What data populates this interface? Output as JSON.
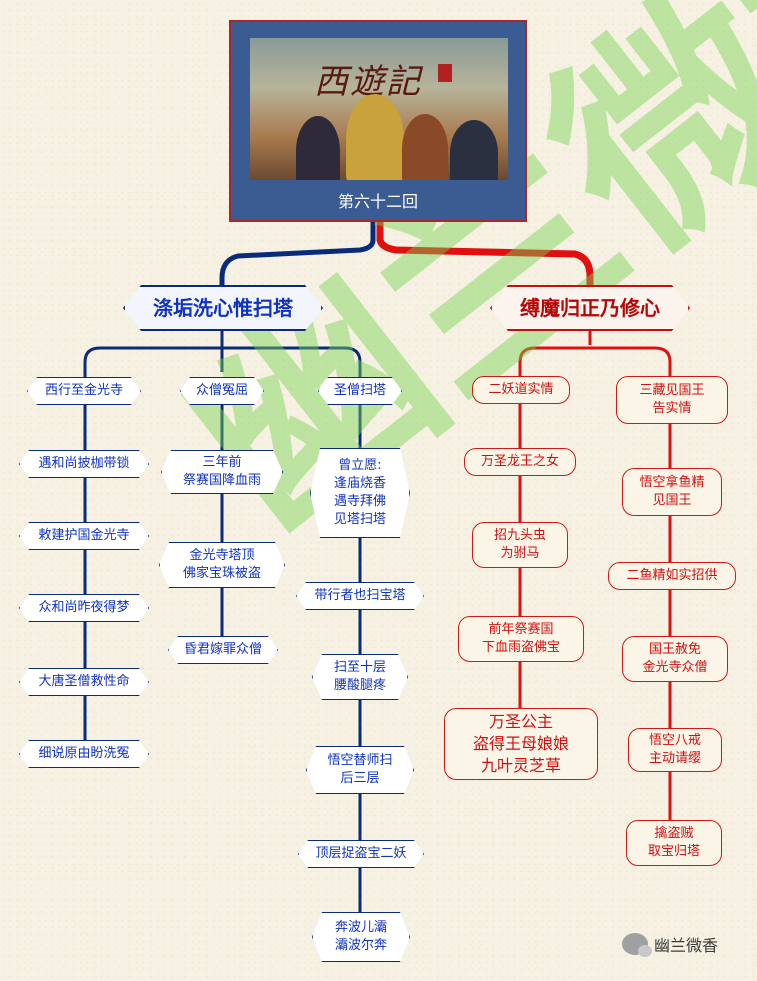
{
  "header": {
    "poster_title": "西遊記",
    "episode": "第六十二回"
  },
  "branches": {
    "left": {
      "title": "涤垢洗心惟扫塔",
      "columns": [
        {
          "head": "西行至金光寺",
          "items": [
            "遇和尚披枷带锁",
            "敕建护国金光寺",
            "众和尚昨夜得梦",
            "大唐圣僧救性命",
            "细说原由盼洗冤"
          ]
        },
        {
          "head": "众僧冤屈",
          "items": [
            "三年前\n祭赛国降血雨",
            "金光寺塔顶\n佛家宝珠被盗",
            "昏君嫁罪众僧"
          ]
        },
        {
          "head": "圣僧扫塔",
          "items": [
            "曾立愿:\n逢庙烧香\n遇寺拜佛\n见塔扫塔",
            "带行者也扫宝塔",
            "扫至十层\n腰酸腿疼",
            "悟空替师扫\n后三层",
            "顶层捉盗宝二妖",
            "奔波儿灞\n灞波尔奔"
          ]
        }
      ]
    },
    "right": {
      "title": "缚魔归正乃修心",
      "columns": [
        {
          "head": "二妖道实情",
          "items": [
            "万圣龙王之女",
            "招九头虫\n为驸马",
            "前年祭赛国\n下血雨盗佛宝",
            "万圣公主\n盗得王母娘娘\n九叶灵芝草"
          ]
        },
        {
          "head": "三藏见国王\n告实情",
          "items": [
            "悟空拿鱼精\n见国王",
            "二鱼精如实招供",
            "国王赦免\n金光寺众僧",
            "悟空八戒\n主动请缨",
            "擒盗贼\n取宝归塔"
          ]
        }
      ]
    }
  },
  "watermark": "幽兰微香",
  "footer": {
    "account": "幽兰微香"
  },
  "colors": {
    "blue": "#0a2a7a",
    "red": "#d01818",
    "title_bg": "#3a5c92"
  }
}
